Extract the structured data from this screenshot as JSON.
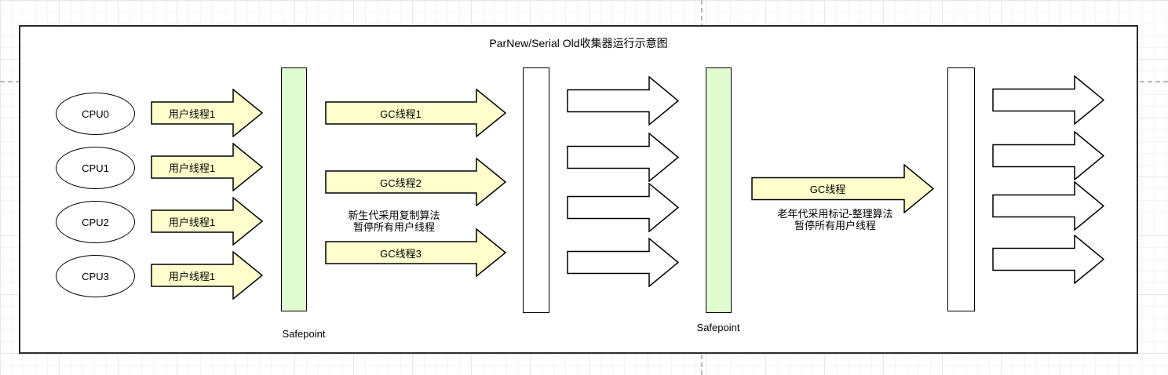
{
  "title": "ParNew/Serial Old收集器运行示意图",
  "colors": {
    "green": "#e1fbd1",
    "yellow": "#fffecc",
    "white": "#ffffff",
    "border": "#000000"
  },
  "cpus": [
    "CPU0",
    "CPU1",
    "CPU2",
    "CPU3"
  ],
  "user_threads": [
    "用户线程1",
    "用户线程1",
    "用户线程1",
    "用户线程1"
  ],
  "young_gc": {
    "threads": [
      "GC线程1",
      "GC线程2",
      "GC线程3"
    ],
    "note": [
      "新生代采用复制算法",
      "暂停所有用户线程"
    ]
  },
  "old_gc": {
    "thread": "GC线程",
    "note": [
      "老年代采用标记-整理算法",
      "暂停所有用户线程"
    ]
  },
  "safepoints": [
    "Safepoint",
    "Safepoint"
  ]
}
